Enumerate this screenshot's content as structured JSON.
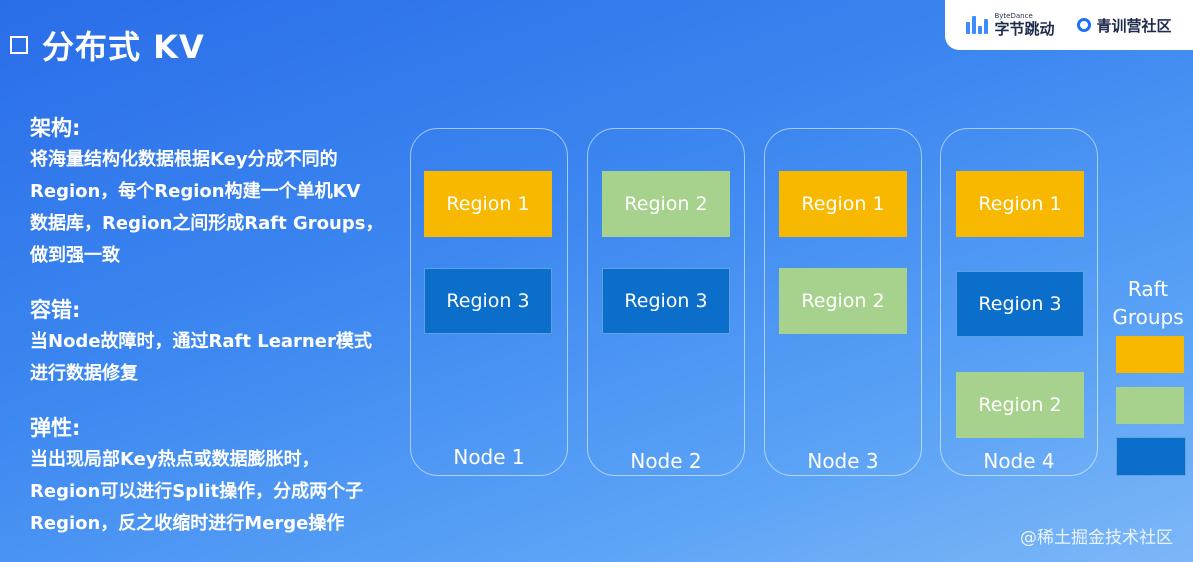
{
  "title": "分布式 KV",
  "brand": {
    "bytedance_small": "ByteDance",
    "bytedance_name": "字节跳动",
    "camp_name": "青训营社区"
  },
  "sections": [
    {
      "heading": "架构:",
      "lines": [
        "将海量结构化数据根据Key分成不同的",
        "Region，每个Region构建一个单机KV",
        "数据库，Region之间形成Raft Groups，",
        "做到强一致"
      ]
    },
    {
      "heading": "容错:",
      "lines": [
        "当Node故障时，通过Raft Learner模式",
        "进行数据修复"
      ]
    },
    {
      "heading": "弹性:",
      "lines": [
        "当出现局部Key热点或数据膨胀时，",
        "Region可以进行Split操作，分成两个子",
        "Region，反之收缩时进行Merge操作"
      ]
    }
  ],
  "colors": {
    "group1": "#f8b800",
    "group2": "#a6d28e",
    "group3": "#0b6ecb"
  },
  "nodes": [
    {
      "label": "Node 1",
      "regions": [
        {
          "label": "Region 1",
          "group": "group1"
        },
        {
          "label": "Region 3",
          "group": "group3"
        }
      ]
    },
    {
      "label": "Node 2",
      "regions": [
        {
          "label": "Region 2",
          "group": "group2"
        },
        {
          "label": "Region 3",
          "group": "group3"
        }
      ]
    },
    {
      "label": "Node 3",
      "regions": [
        {
          "label": "Region 1",
          "group": "group1"
        },
        {
          "label": "Region 2",
          "group": "group2"
        }
      ]
    },
    {
      "label": "Node 4",
      "regions": [
        {
          "label": "Region 1",
          "group": "group1"
        },
        {
          "label": "Region 3",
          "group": "group3"
        },
        {
          "label": "Region 2",
          "group": "group2"
        }
      ]
    }
  ],
  "legend": {
    "title_line1": "Raft",
    "title_line2": "Groups",
    "swatches": [
      "group1",
      "group2",
      "group3"
    ]
  },
  "watermark": "@稀土掘金技术社区"
}
